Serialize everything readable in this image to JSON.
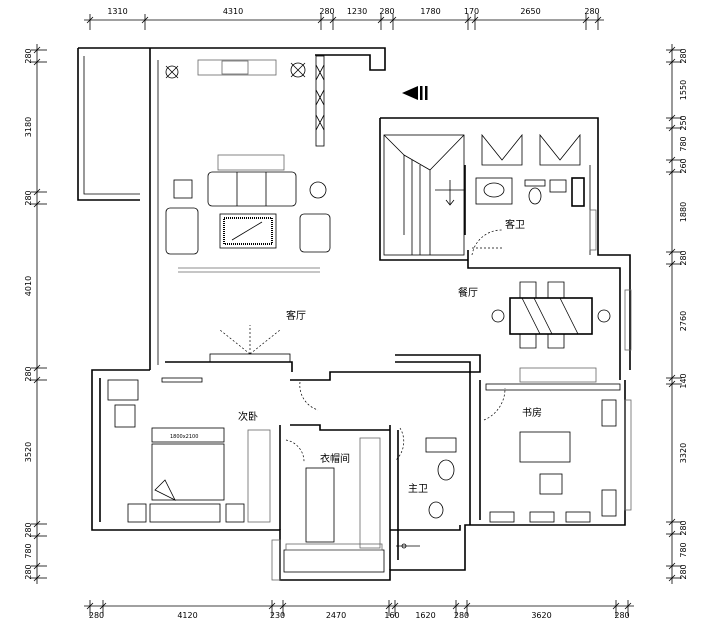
{
  "rooms": {
    "living": "客厅",
    "second_bedroom": "次卧",
    "cloakroom": "衣帽间",
    "master_bath": "主卫",
    "study": "书房",
    "guest_bath": "客卫",
    "dining": "餐厅"
  },
  "furniture_labels": {
    "bed": "1800x2100"
  },
  "dimensions": {
    "top": [
      "1310",
      "4310",
      "280",
      "1230",
      "280",
      "1780",
      "170",
      "2650",
      "280"
    ],
    "bottom": [
      "280",
      "4120",
      "230",
      "2470",
      "160",
      "1620",
      "280",
      "3620",
      "280"
    ],
    "left": [
      "280",
      "3180",
      "280",
      "4010",
      "280",
      "3520",
      "280",
      "780",
      "280"
    ],
    "right": [
      "280",
      "1550",
      "250",
      "780",
      "260",
      "1880",
      "280",
      "2760",
      "140",
      "3320",
      "280",
      "780",
      "280"
    ]
  },
  "icons": {
    "entry_arrow": "entry-arrow-icon"
  }
}
